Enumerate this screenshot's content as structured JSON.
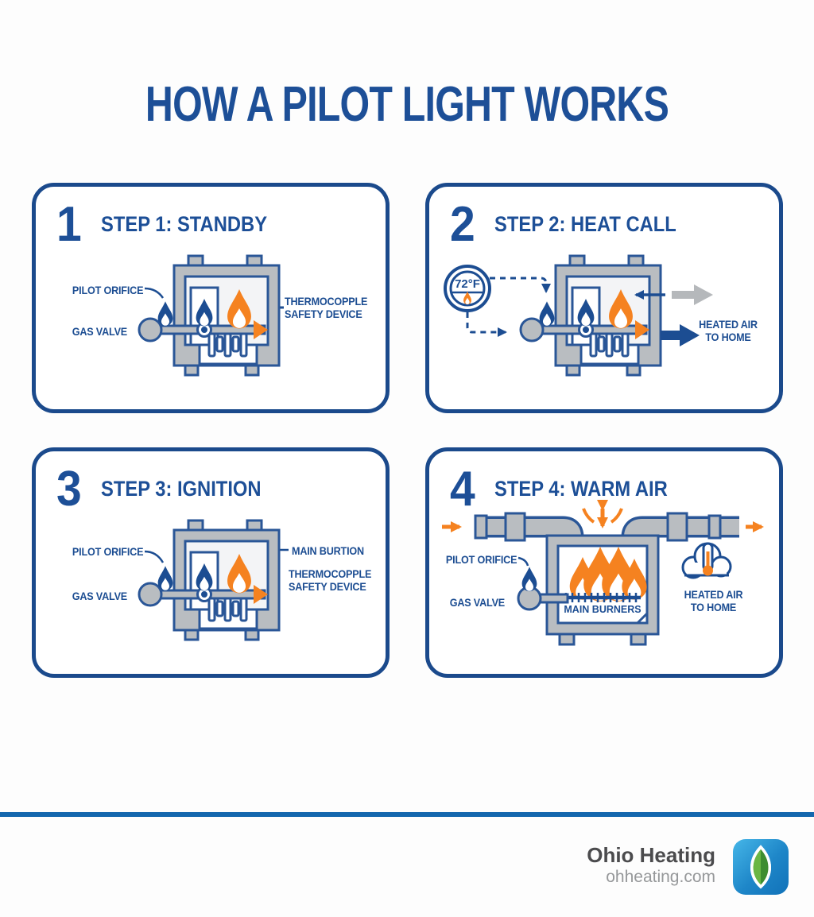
{
  "title": "HOW A PILOT LIGHT WORKS",
  "steps": [
    {
      "number": "1",
      "heading": "STEP 1: STANDBY",
      "labels": {
        "pilot_orifice": "PILOT ORIFICE",
        "gas_valve": "GAS VALVE",
        "thermocouple": "THERMOCOPPLE SAFETY DEVICE"
      }
    },
    {
      "number": "2",
      "heading": "STEP 2: HEAT CALL",
      "thermostat": {
        "value": "72°F"
      },
      "labels": {
        "heated_air": "HEATED AIR TO HOME"
      }
    },
    {
      "number": "3",
      "heading": "STEP 3: IGNITION",
      "labels": {
        "pilot_orifice": "PILOT ORIFICE",
        "gas_valve": "GAS VALVE",
        "main_burner": "MAIN BURTION",
        "thermocouple": "THERMOCOPPLE SAFETY DEVICE"
      }
    },
    {
      "number": "4",
      "heading": "STEP 4: WARM AIR",
      "labels": {
        "pilot_orifice": "PILOT ORIFICE",
        "gas_valve": "GAS VALVE",
        "main_burners": "MAIN BURNERS",
        "heated_air": "HEATED AIR TO HOME"
      }
    }
  ],
  "footer": {
    "brand": "Ohio Heating",
    "website": "ohheating.com"
  },
  "colors": {
    "navy": "#1c4d92",
    "orange": "#f58220",
    "furnace_grey": "#b9bdc1",
    "grey_arrow": "#b5b8bb",
    "divider_blue": "#1467ae",
    "logo_blue": "#2196d6",
    "leaf_green_light": "#6ab644",
    "leaf_green_dark": "#3e8d31"
  }
}
